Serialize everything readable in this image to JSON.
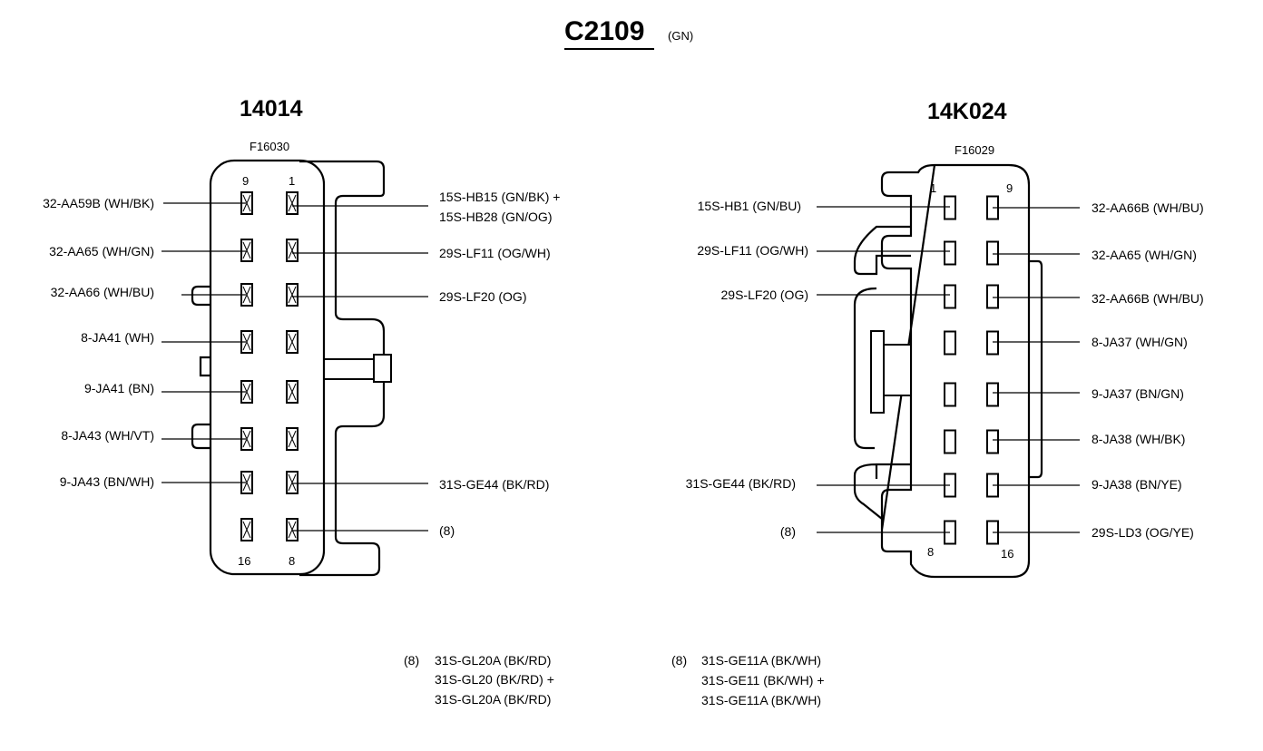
{
  "title": "C2109",
  "title_color_code": "(GN)",
  "left": {
    "name": "14014",
    "part": "F16030",
    "corner_numbers": {
      "top_left": "9",
      "top_right": "1",
      "bottom_left": "16",
      "bottom_right": "8"
    },
    "left_wires": [
      "32-AA59B (WH/BK)",
      "32-AA65 (WH/GN)",
      "32-AA66 (WH/BU)",
      "8-JA41 (WH)",
      "9-JA41 (BN)",
      "8-JA43 (WH/VT)",
      "9-JA43 (BN/WH)"
    ],
    "right_wires": [
      "15S-HB15 (GN/BK) +",
      "15S-HB28 (GN/OG)",
      "29S-LF11 (OG/WH)",
      "29S-LF20 (OG)",
      "31S-GE44 (BK/RD)",
      "(8)"
    ],
    "footnote": {
      "marker": "(8)",
      "lines": [
        "31S-GL20A (BK/RD)",
        "31S-GL20 (BK/RD) +",
        "31S-GL20A (BK/RD)"
      ]
    }
  },
  "right": {
    "name": "14K024",
    "part": "F16029",
    "corner_numbers": {
      "top_left": "1",
      "top_right": "9",
      "bottom_left": "8",
      "bottom_right": "16"
    },
    "left_wires": [
      "15S-HB1 (GN/BU)",
      "29S-LF11 (OG/WH)",
      "29S-LF20 (OG)",
      "31S-GE44 (BK/RD)",
      "(8)"
    ],
    "right_wires": [
      "32-AA66B (WH/BU)",
      "32-AA65 (WH/GN)",
      "32-AA66B (WH/BU)",
      "8-JA37 (WH/GN)",
      "9-JA37 (BN/GN)",
      "8-JA38 (WH/BK)",
      "9-JA38 (BN/YE)",
      "29S-LD3 (OG/YE)"
    ],
    "footnote": {
      "marker": "(8)",
      "lines": [
        "31S-GE11A (BK/WH)",
        "31S-GE11 (BK/WH) +",
        "31S-GE11A (BK/WH)"
      ]
    }
  }
}
